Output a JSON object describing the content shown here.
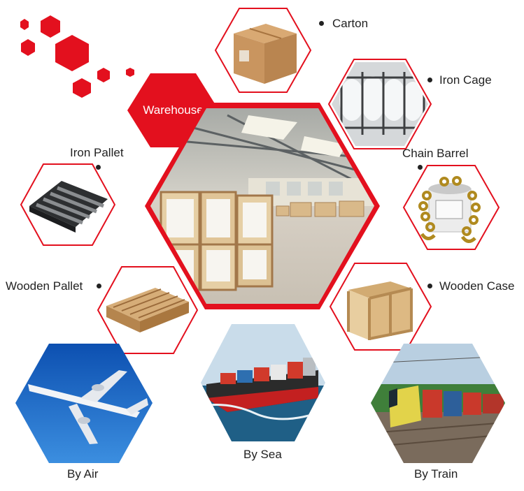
{
  "center": {
    "label": "Warehouse"
  },
  "packaging": [
    {
      "id": "carton",
      "label": "Carton"
    },
    {
      "id": "iron-cage",
      "label": "Iron Cage"
    },
    {
      "id": "chain-barrel",
      "label": "Chain Barrel"
    },
    {
      "id": "wooden-case",
      "label": "Wooden Case"
    },
    {
      "id": "iron-pallet",
      "label": "Iron Pallet"
    },
    {
      "id": "wooden-pallet",
      "label": "Wooden Pallet"
    }
  ],
  "transport": [
    {
      "id": "by-air",
      "label": "By Air"
    },
    {
      "id": "by-sea",
      "label": "By Sea"
    },
    {
      "id": "by-train",
      "label": "By Train"
    }
  ],
  "colors": {
    "brand_red": "#e3101e",
    "hex_border": "#c8102e"
  }
}
